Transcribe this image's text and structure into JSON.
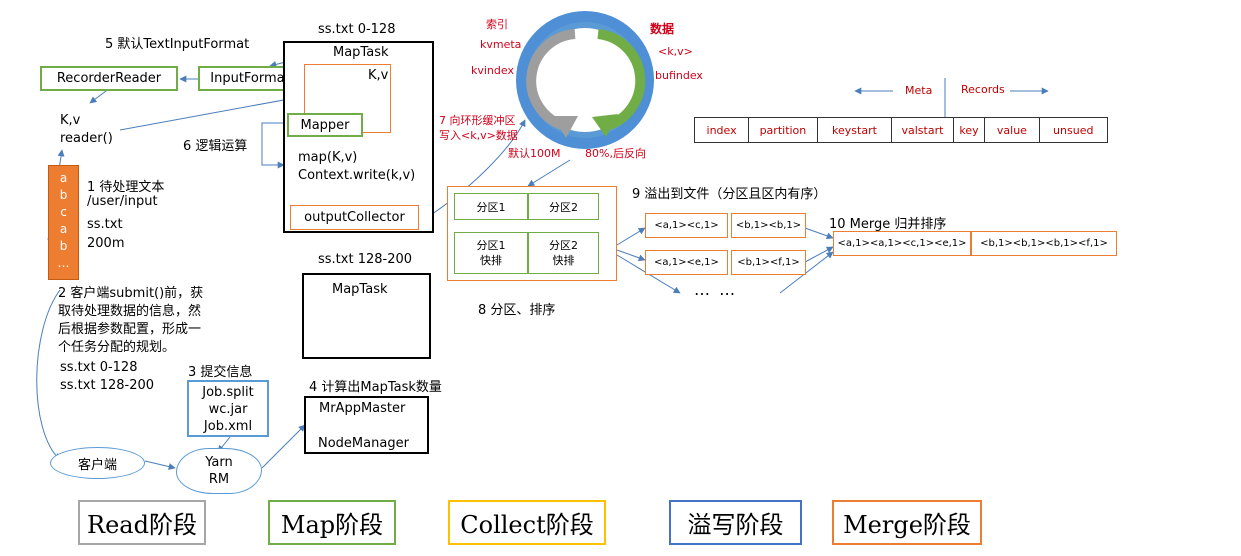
{
  "read_side": {
    "step5": "5 默认TextInputFormat",
    "recorder_reader": "RecorderReader",
    "input_format": "InputFormat",
    "kv_reader_1": "K,v",
    "kv_reader_2": "reader()",
    "file_chars": [
      "a",
      "b",
      "c",
      "a",
      "b",
      "…"
    ],
    "step1_title": "1 待处理文本",
    "step1_path": "/user/input",
    "step1_file": "ss.txt",
    "step1_size": "200m",
    "step2_lines": [
      "2 客户端submit()前，获",
      "取待处理数据的信息，然",
      "后根据参数配置，形成一",
      "个任务分配的规划。"
    ],
    "split1": "ss.txt  0-128",
    "split2": "ss.txt  128-200",
    "step3": "3 提交信息",
    "submit_files": [
      "Job.split",
      "wc.jar",
      "Job.xml"
    ],
    "client": "客户端",
    "yarn_1": "Yarn",
    "yarn_2": "RM"
  },
  "maptask1": {
    "title": "ss.txt 0-128",
    "name": "MapTask",
    "kv": "K,v",
    "mapper": "Mapper",
    "step6": "6 逻辑运算",
    "map_call": "map(K,v)",
    "context_write": "Context.write(k,v)",
    "collector": "outputCollector"
  },
  "maptask2": {
    "title": "ss.txt 128-200",
    "name": "MapTask"
  },
  "step4": {
    "label": "4 计算出MapTask数量",
    "app_master": "MrAppMaster",
    "node_manager": "NodeManager"
  },
  "ring_buffer": {
    "index_label": "索引",
    "kvmeta": "kvmeta",
    "kvindex": "kvindex",
    "data_label": "数据",
    "kv": "<k,v>",
    "bufindex": "bufindex",
    "default_size": "默认100M",
    "reverse": "80%,后反向",
    "step7_1": "7 向环形缓冲区",
    "step7_2": "写入<k,v>数据"
  },
  "buffer_table": {
    "meta": "Meta",
    "records": "Records",
    "cells": [
      "index",
      "partition",
      "keystart",
      "valstart",
      "key",
      "value",
      "unsued"
    ]
  },
  "partition": {
    "p1": "分区1",
    "p2": "分区2",
    "p1_sort": [
      "分区1",
      "快排"
    ],
    "p2_sort": [
      "分区2",
      "快排"
    ],
    "step8": "8 分区、排序"
  },
  "spill": {
    "step9": "9 溢出到文件（分区且区内有序）",
    "row1": [
      "<a,1><c,1>",
      "<b,1><b,1>"
    ],
    "row2": [
      "<a,1><e,1>",
      "<b,1><f,1>"
    ],
    "ellipsis": "… …"
  },
  "merge": {
    "step10": "10 Merge 归并排序",
    "result": [
      "<a,1><a,1><c,1><e,1>",
      "<b,1><b,1><b,1><f,1>"
    ]
  },
  "phases": [
    {
      "label": "Read阶段",
      "color": "#a6a6a6"
    },
    {
      "label": "Map阶段",
      "color": "#70ad47"
    },
    {
      "label": "Collect阶段",
      "color": "#ffc000"
    },
    {
      "label": "溢写阶段",
      "color": "#4472c4"
    },
    {
      "label": "Merge阶段",
      "color": "#ed7d31"
    }
  ]
}
